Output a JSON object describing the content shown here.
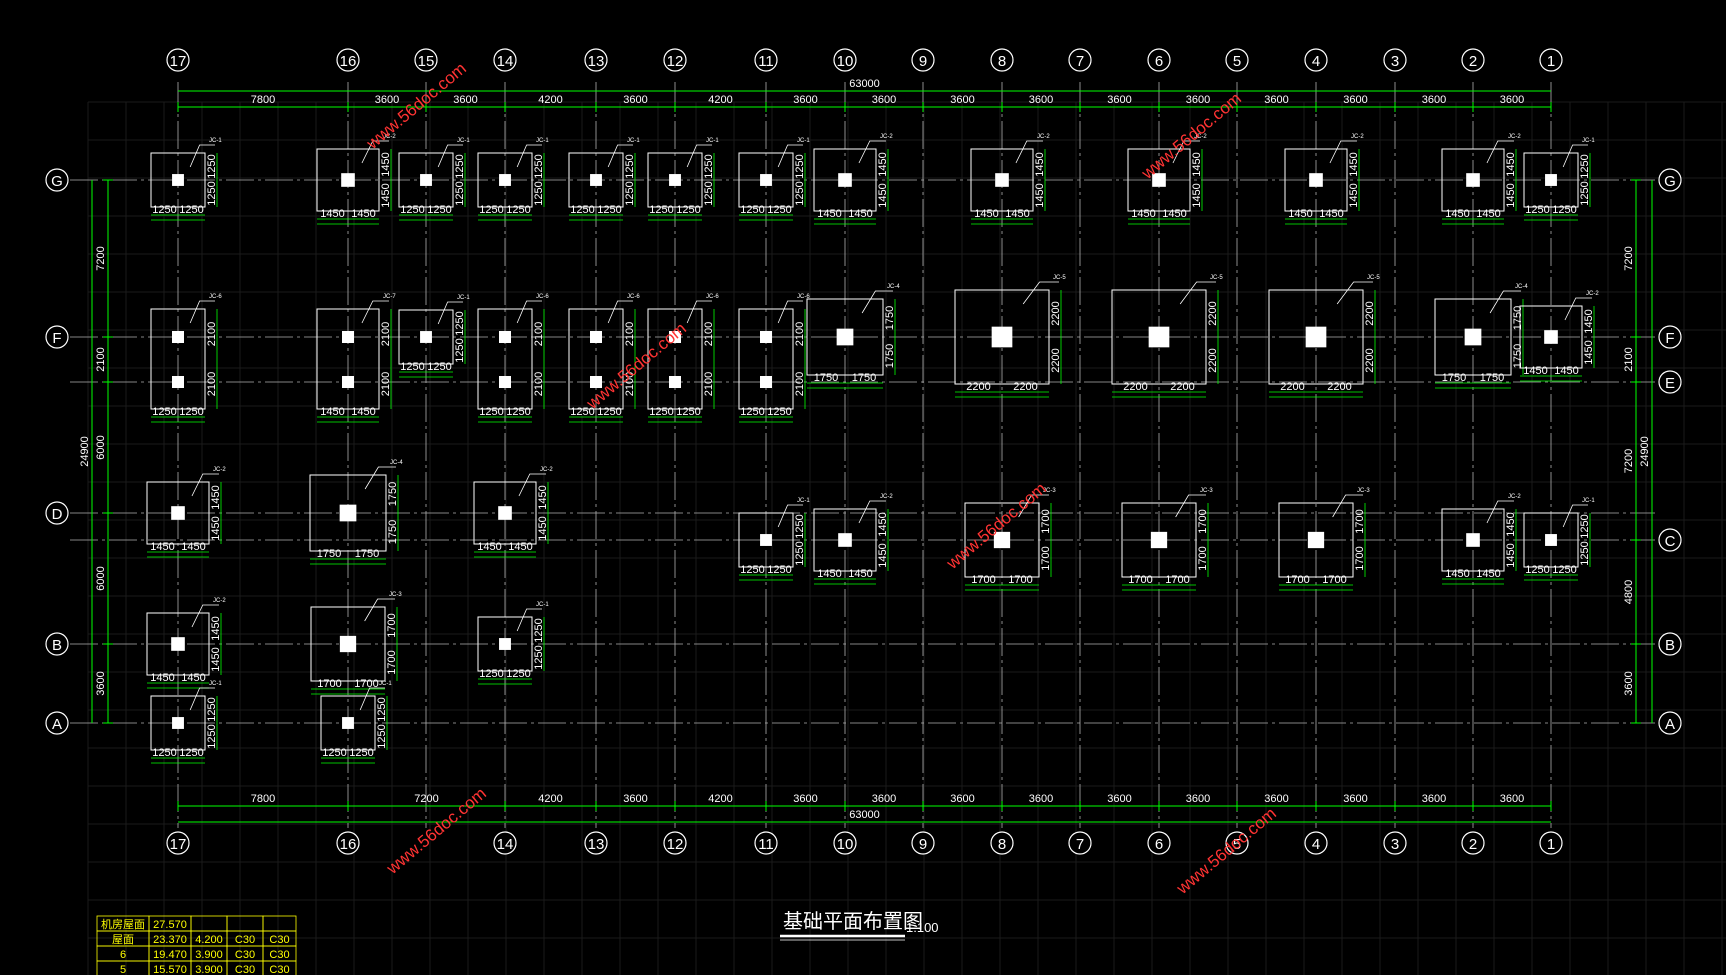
{
  "drawing": {
    "title": "基础平面布置图",
    "scale": "1:100",
    "colors": {
      "background": "#000000",
      "dimension": "#00ff00",
      "footing": "#ffffff",
      "grid_line": "#b0b0b0",
      "text": "#ffffff",
      "table_line": "#ffff00",
      "table_text": "#ffff00",
      "watermark": "#ff3333"
    }
  },
  "axes": {
    "numbers": [
      "17",
      "16",
      "15",
      "14",
      "13",
      "12",
      "11",
      "10",
      "9",
      "8",
      "7",
      "6",
      "5",
      "4",
      "3",
      "2",
      "1"
    ],
    "bottom_numbers": [
      "17",
      "16",
      "14",
      "13",
      "12",
      "11",
      "10",
      "9",
      "8",
      "7",
      "6",
      "5",
      "4",
      "3",
      "2",
      "1"
    ],
    "letters": [
      "G",
      "F",
      "E",
      "D",
      "C",
      "B",
      "A"
    ],
    "left_letters": [
      "G",
      "F",
      "D",
      "B",
      "A"
    ],
    "right_letters": [
      "G",
      "F",
      "E",
      "C",
      "B",
      "A"
    ]
  },
  "dimensions": {
    "top_total": "63000",
    "top_spans": [
      "7800",
      "3600",
      "3600",
      "4200",
      "3600",
      "4200",
      "3600",
      "3600",
      "3600",
      "3600",
      "3600",
      "3600",
      "3600",
      "3600",
      "3600",
      "3600"
    ],
    "bottom_total": "63000",
    "bottom_spans": [
      "7800",
      "7200",
      "4200",
      "3600",
      "4200",
      "3600",
      "3600",
      "3600",
      "3600",
      "3600",
      "3600",
      "3600",
      "3600",
      "3600",
      "3600"
    ],
    "left_total": "24900",
    "left_spans": [
      "7200",
      "2100",
      "6000",
      "6000",
      "3600"
    ],
    "right_total": "24900",
    "right_spans": [
      "7200",
      "2100",
      "7200",
      "4800",
      "3600"
    ]
  },
  "footings": [
    {
      "label": "JC-1",
      "x": "1250",
      "y": "1250"
    },
    {
      "label": "JC-2",
      "x": "1450",
      "y": "1450"
    },
    {
      "label": "JC-3",
      "x": "1700",
      "y": "1700"
    },
    {
      "label": "JC-4",
      "x": "1750",
      "y": "1750"
    },
    {
      "label": "JC-5",
      "x": "2200",
      "y": "2200"
    },
    {
      "label": "JC-6",
      "x": "1250",
      "y": "2100"
    },
    {
      "label": "JC-7",
      "x": "1450",
      "y": "2100"
    }
  ],
  "table": {
    "rows": [
      [
        "机房屋面",
        "27.570",
        "",
        "",
        ""
      ],
      [
        "屋面",
        "23.370",
        "4.200",
        "C30",
        "C30"
      ],
      [
        "6",
        "19.470",
        "3.900",
        "C30",
        "C30"
      ],
      [
        "5",
        "15.570",
        "3.900",
        "C30",
        "C30"
      ]
    ]
  },
  "watermark": "www.56doc.com"
}
